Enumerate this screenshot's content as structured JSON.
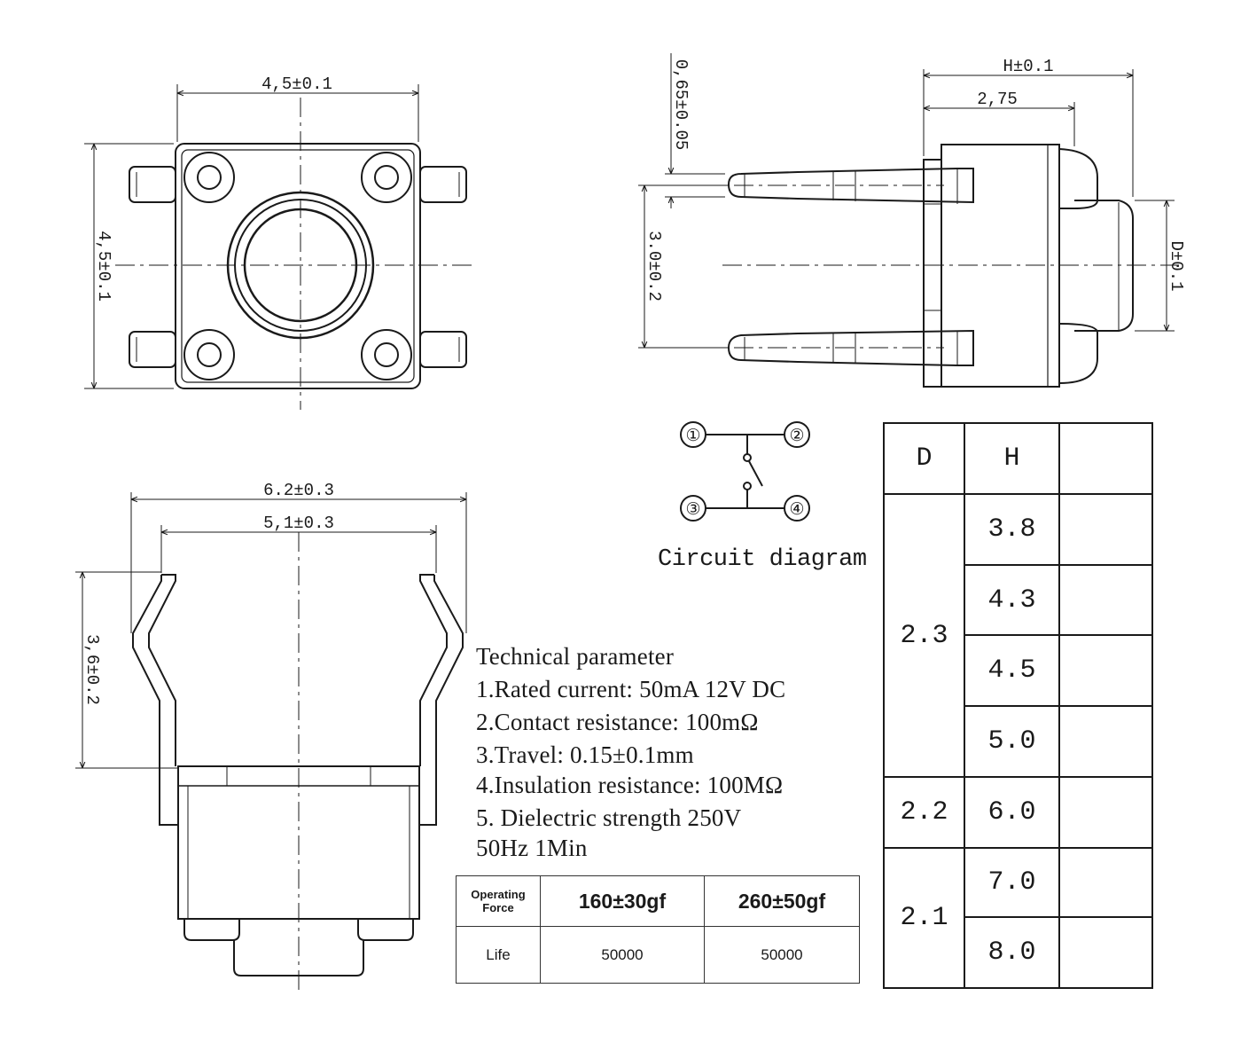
{
  "top_view": {
    "width_dim": "4,5±0.1",
    "height_dim": "4,5±0.1"
  },
  "side_view": {
    "offset_dim": "0,65±0.05",
    "h_dim": "H±0.1",
    "depth_dim": "2,75",
    "pin_dim": "3.0±0.2",
    "d_dim": "D±0.1"
  },
  "front_view": {
    "outer_dim": "6.2±0.3",
    "inner_dim": "5,1±0.3",
    "height_dim": "3,6±0.2"
  },
  "circuit": {
    "nodes": [
      "①",
      "②",
      "③",
      "④"
    ],
    "label": "Circuit diagram"
  },
  "parameters": {
    "title": "Technical parameter",
    "items": [
      "1.Rated current: 50mA 12V DC",
      "2.Contact resistance: 100mΩ",
      "3.Travel: 0.15±0.1mm",
      "4.Insulation resistance: 100MΩ",
      "5. Dielectric strength 250V",
      "50Hz 1Min"
    ]
  },
  "force_table": {
    "row1_label_line1": "Operating",
    "row1_label_line2": "Force",
    "force_1": "160±30gf",
    "force_2": "260±50gf",
    "row2_label": "Life",
    "life_1": "50000",
    "life_2": "50000"
  },
  "dh_table": {
    "header_d": "D",
    "header_h": "H",
    "d_values": [
      "2.3",
      "2.2",
      "2.1"
    ],
    "h_values": [
      "3.8",
      "4.3",
      "4.5",
      "5.0",
      "6.0",
      "7.0",
      "8.0"
    ]
  }
}
